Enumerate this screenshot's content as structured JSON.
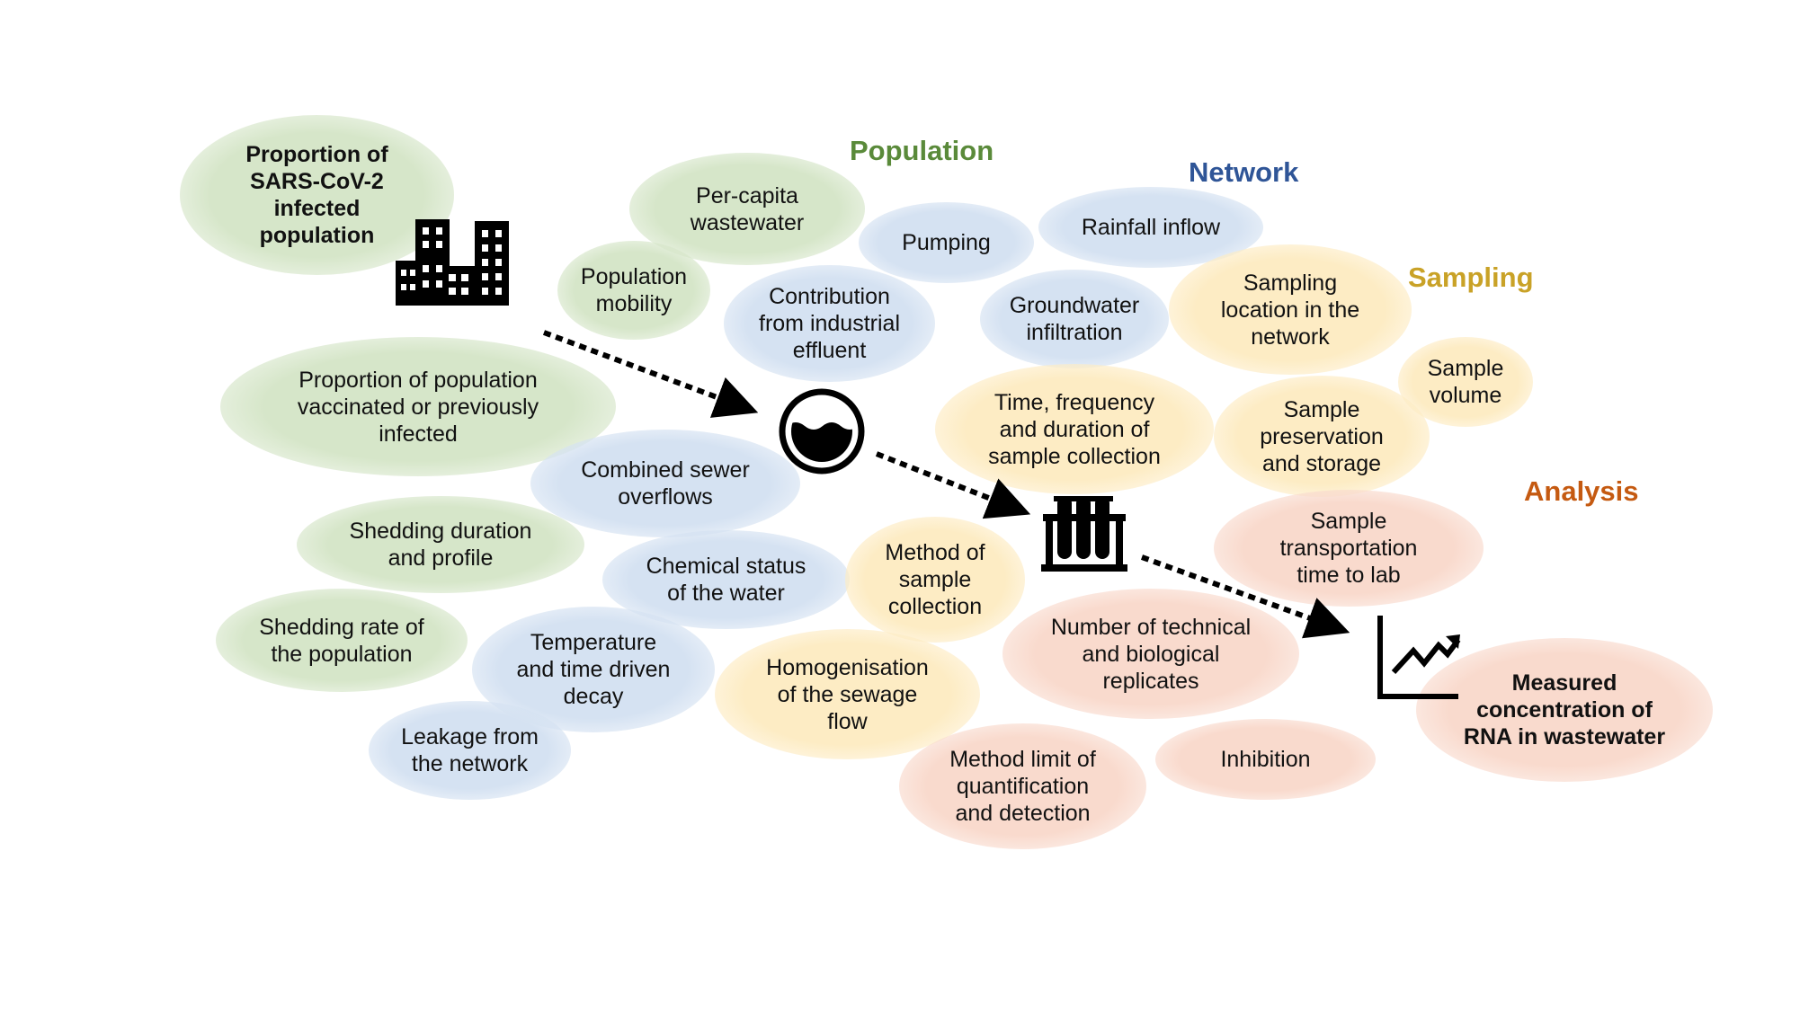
{
  "categories": [
    {
      "label": "Population",
      "color": "#5a8a3a"
    },
    {
      "label": "Network",
      "color": "#2f5597"
    },
    {
      "label": "Sampling",
      "color": "#c9a227"
    },
    {
      "label": "Analysis",
      "color": "#c55a11"
    }
  ],
  "factors": {
    "infected_population": "Proportion of\nSARS-CoV-2\ninfected\npopulation",
    "per_capita": "Per-capita\nwastewater",
    "population_mobility": "Population\nmobility",
    "vaccinated": "Proportion of population\nvaccinated or previously\ninfected",
    "shedding_duration": "Shedding duration\nand profile",
    "shedding_rate": "Shedding rate of\nthe population",
    "pumping": "Pumping",
    "rainfall": "Rainfall inflow",
    "industrial": "Contribution\nfrom industrial\neffluent",
    "groundwater": "Groundwater\ninfiltration",
    "combined_sewer": "Combined sewer\noverflows",
    "chemical_status": "Chemical status\nof the water",
    "temperature_decay": "Temperature\nand time driven\ndecay",
    "leakage": "Leakage from\nthe network",
    "sampling_location": "Sampling\nlocation in the\nnetwork",
    "sample_volume": "Sample\nvolume",
    "time_frequency": "Time, frequency\nand duration of\nsample collection",
    "preservation": "Sample\npreservation\nand storage",
    "method_collection": "Method of\nsample\ncollection",
    "homogenisation": "Homogenisation\nof the sewage\nflow",
    "transportation": "Sample\ntransportation\ntime to lab",
    "replicates": "Number of technical\nand biological\nreplicates",
    "method_limit": "Method limit of\nquantification\nand detection",
    "inhibition": "Inhibition",
    "measured_rna": "Measured\nconcentration of\nRNA in wastewater"
  },
  "icons": [
    "city-buildings-icon",
    "water-pipe-icon",
    "test-tubes-icon",
    "line-chart-icon"
  ]
}
